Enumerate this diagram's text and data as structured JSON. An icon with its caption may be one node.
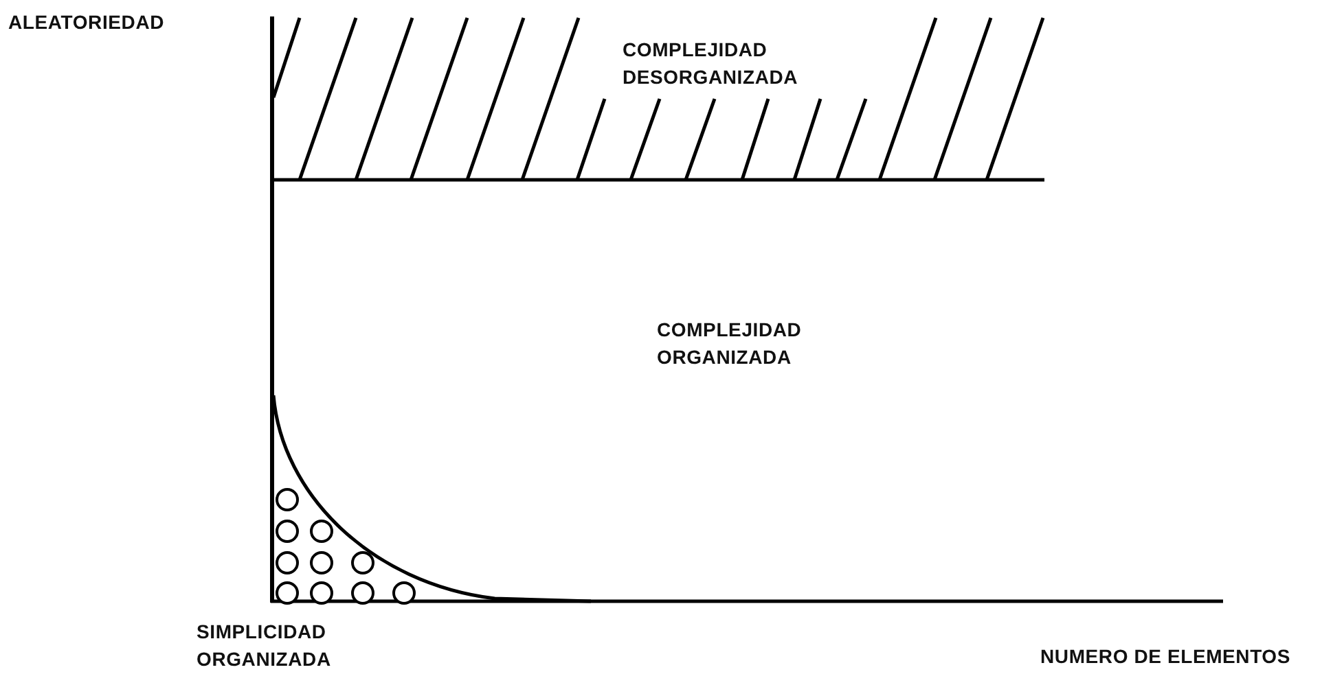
{
  "diagram": {
    "labels": [
      "ALEATORIEDAD",
      "COMPLEJIDAD DESORGANIZADA",
      "COMPLEJIDAD ORGANIZADA",
      "SIMPLICIDAD ORGANIZADA",
      "NUMERO DE ELEMENTOS"
    ]
  }
}
